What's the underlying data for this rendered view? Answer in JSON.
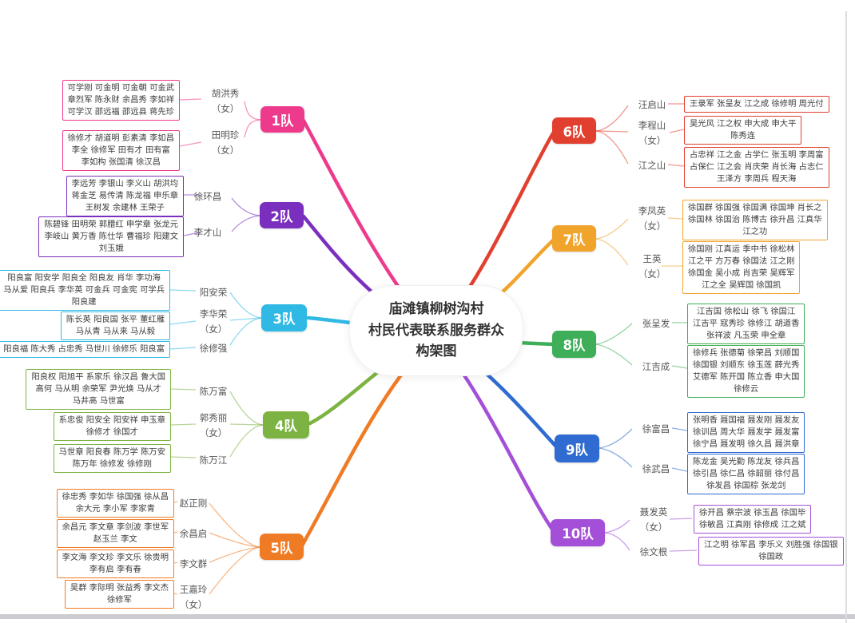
{
  "center": {
    "title": "庙滩镇柳树沟村\n村民代表联系服务群众\n构架图"
  },
  "teams": [
    {
      "label": "1队",
      "color": "#ee3a8c",
      "reps": [
        {
          "name": "胡洪秀\n（女）",
          "members": "可学刚 可金明 可金朝 可金武\n章烈军 陈永财 余昌秀 李如祥\n可学汉 邵远福 邵远县 蒋先珍"
        },
        {
          "name": "田明珍\n（女）",
          "members": "徐修才 胡道明 彭素清 李如昌\n李全 徐修军 田有才 田有富\n李如构 张国清 徐汉昌"
        }
      ]
    },
    {
      "label": "2队",
      "color": "#7b2fbe",
      "reps": [
        {
          "name": "徐环昌",
          "members": "李远芳 李银山 李义山 胡洪均\n蒋金芝 易传清 陈龙福 申乐章\n王树发 余建林 王荣子"
        },
        {
          "name": "李才山",
          "members": "陈碧锋 田明荣 郭腊红 申学章 张龙元\n李岐山 黄万香 陈仕华 曹福珍 阳建文\n刘玉娥"
        }
      ]
    },
    {
      "label": "3队",
      "color": "#2fb9e4",
      "reps": [
        {
          "name": "阳安荣",
          "members": "阳良富 阳安学 阳良全 阳良友 肖华 李功海\n马从爱 阳良兵 李华英 可金兵 可金宪 可学兵\n阳良建"
        },
        {
          "name": "李华荣\n（女）",
          "members": "陈长英 阳良国 张平 董红雁\n马从青 马从来 马从毅"
        },
        {
          "name": "徐修强",
          "members": "阳良福 陈大秀 占忠秀 马世川 徐修乐 阳良富"
        }
      ]
    },
    {
      "label": "4队",
      "color": "#7db343",
      "reps": [
        {
          "name": "陈万富",
          "members": "阳良权 阳旭平 系家乐 徐汉昌 鲁大国\n高何 马从明 余荣军 尹光焕 马从才\n马井高 马世富"
        },
        {
          "name": "郭秀丽\n（女）",
          "members": "系忠俊 阳安全 阳安祥 申玉章\n徐修才 徐国才"
        },
        {
          "name": "陈万江",
          "members": "马世章 阳良春 陈万学 陈万安\n陈万年 徐修发 徐修刚"
        }
      ]
    },
    {
      "label": "5队",
      "color": "#f07b25",
      "reps": [
        {
          "name": "赵正刚",
          "members": "徐忠秀 李如华 徐国强 徐从昌\n余大元 李小军 李家青"
        },
        {
          "name": "余昌启",
          "members": "余昌元 李文章 李剑波 李世军\n赵玉兰 李文"
        },
        {
          "name": "李文群",
          "members": "李文海 李文珍 李文乐 徐贵明\n李有启 李有春"
        },
        {
          "name": "王嘉玲\n（女）",
          "members": "吴群 李际明 张益秀 李文杰\n徐修军"
        }
      ]
    },
    {
      "label": "6队",
      "color": "#e2402f",
      "reps": [
        {
          "name": "汪启山",
          "members": "王录军 张呈友 江之成 徐修明 周光付"
        },
        {
          "name": "李程山\n（女）",
          "members": "吴光风 江之权 申大成 申大平\n陈秀连"
        },
        {
          "name": "江之山",
          "members": "占忠祥 江之金 占学仁 张玉明 李周富\n占保仁 江之会 肖庆荣 肖长海 占志仁\n王泽方 李周兵 程天海"
        }
      ]
    },
    {
      "label": "7队",
      "color": "#f0a42c",
      "reps": [
        {
          "name": "李凤英\n（女）",
          "members": "徐国群 徐国强 徐国满 徐国坤 肖长之\n徐国林 徐国治 陈博古 徐升昌 江真华\n江之功"
        },
        {
          "name": "王英\n（女）",
          "members": "徐国刚 江真运 季中书 徐松林\n江之平 方万春 徐国法 江之刚\n徐国金 吴小成 肖吉荣 吴辉军\n江之全 吴辉国 徐国凯"
        }
      ]
    },
    {
      "label": "8队",
      "color": "#3fae58",
      "reps": [
        {
          "name": "张呈发",
          "members": "江吉国 徐松山 徐飞 徐国江\n江吉平 寇秀珍 徐修江 胡道香\n张祥波 凡玉荣 申全章"
        },
        {
          "name": "江吉成",
          "members": "徐修兵 张德菊 徐荣昌 刘顺国\n徐国银 刘顺东 徐玉莲 薛光秀\n艾德军 陈开国 陈立香 申大国\n徐修云"
        }
      ]
    },
    {
      "label": "9队",
      "color": "#2f6bd0",
      "reps": [
        {
          "name": "徐富昌",
          "members": "张明香 聂国福 聂发刚 聂发友\n徐训昌 周大华 聂发学 聂发富\n徐宁昌 聂发明 徐久昌 聂洪章"
        },
        {
          "name": "徐武昌",
          "members": "陈龙金 吴光勤 陈龙友 徐兵昌\n徐引昌 徐仁昌 徐韶丽 徐付昌\n徐发昌 徐国棕 张龙剑"
        }
      ]
    },
    {
      "label": "10队",
      "color": "#a44fd8",
      "reps": [
        {
          "name": "聂发英\n（女）",
          "members": "徐开昌 蔡宗波 徐玉昌 徐国毕\n徐敏昌 江真刚 徐修成 江之斌"
        },
        {
          "name": "徐文根",
          "members": "江之明 徐军昌 李乐义 刘胜强 徐国银\n徐国政"
        }
      ]
    }
  ]
}
